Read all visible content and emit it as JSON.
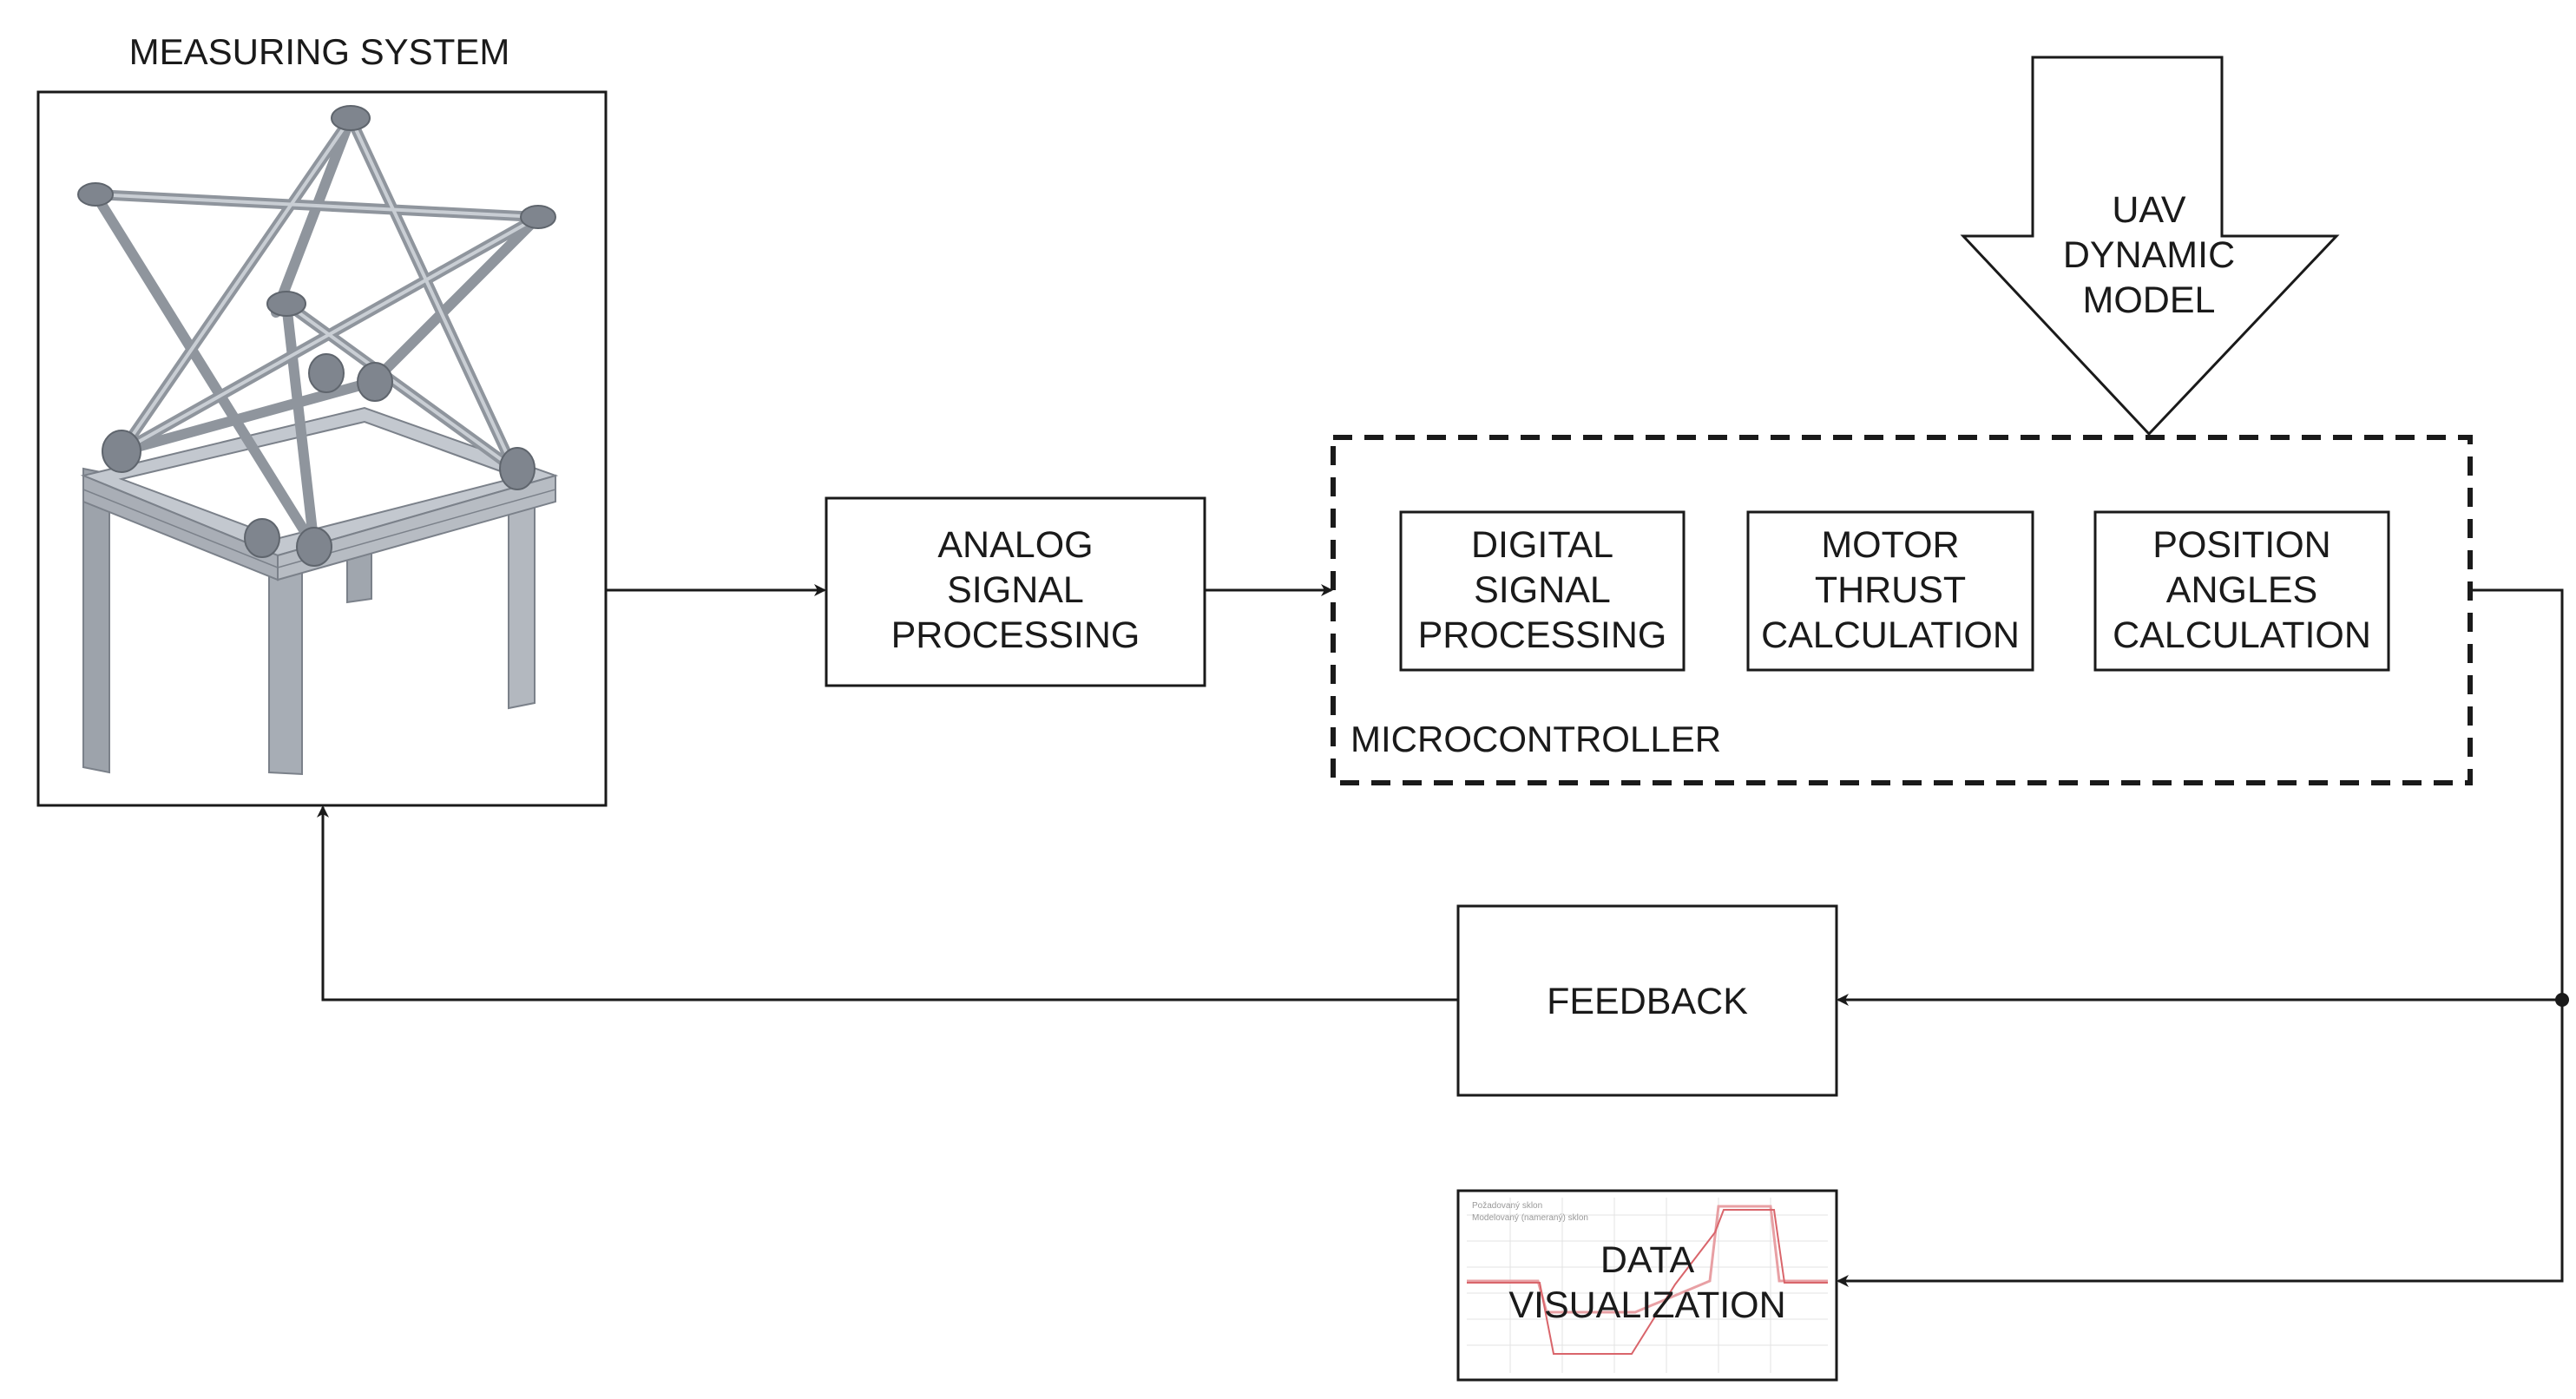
{
  "measuring_system": {
    "title": "MEASURING SYSTEM"
  },
  "analog_box": {
    "lines": [
      "ANALOG",
      "SIGNAL",
      "PROCESSING"
    ]
  },
  "microcontroller": {
    "label": "MICROCONTROLLER",
    "dsp_lines": [
      "DIGITAL",
      "SIGNAL",
      "PROCESSING"
    ],
    "motor_lines": [
      "MOTOR",
      "THRUST",
      "CALCULATION"
    ],
    "position_lines": [
      "POSITION",
      "ANGLES",
      "CALCULATION"
    ]
  },
  "uav_model": {
    "lines": [
      "UAV",
      "DYNAMIC",
      "MODEL"
    ]
  },
  "feedback": {
    "label": "FEEDBACK"
  },
  "data_visualization": {
    "lines": [
      "DATA",
      "VISUALIZATION"
    ],
    "legend": [
      "Požadovaný sklon",
      "Modelovaný (nameraný) sklon"
    ]
  },
  "colors": {
    "line": "#1a1a1a",
    "frame": "#9aa0a8",
    "plot": "#d9656b"
  }
}
